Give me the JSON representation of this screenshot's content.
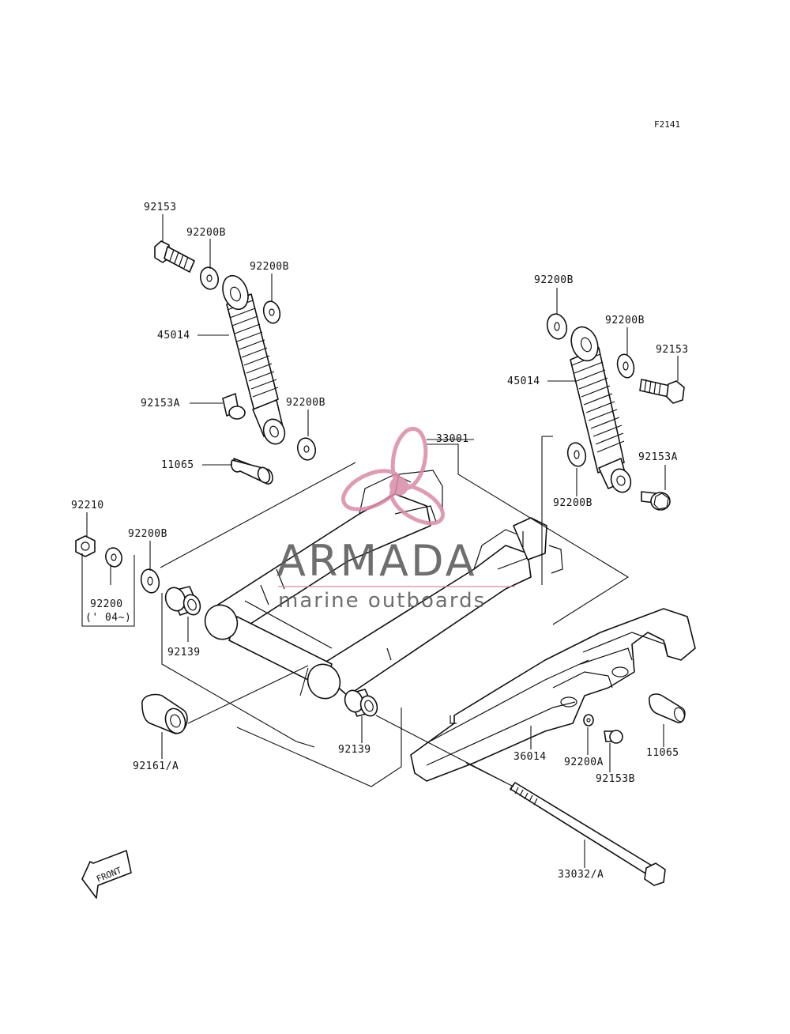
{
  "diagram": {
    "code": "F2141",
    "front_arrow_text": "FRONT",
    "labels": {
      "l_92153_left": "92153",
      "l_92200b_1": "92200B",
      "l_92200b_2": "92200B",
      "l_45014_left": "45014",
      "l_92153a_left": "92153A",
      "l_92200b_3": "92200B",
      "l_11065_left": "11065",
      "l_92210": "92210",
      "l_92200b_4": "92200B",
      "l_92200": "92200",
      "l_92200_note": "(' 04~)",
      "l_92139_left": "92139",
      "l_92161": "92161/A",
      "l_92139_mid": "92139",
      "l_33001": "33001",
      "l_92200b_r1": "92200B",
      "l_92200b_r2": "92200B",
      "l_92153_right": "92153",
      "l_45014_right": "45014",
      "l_92153a_right": "92153A",
      "l_92200b_r3": "92200B",
      "l_36014": "36014",
      "l_92200a": "92200A",
      "l_92153b": "92153B",
      "l_11065_right": "11065",
      "l_33032": "33032/A"
    }
  },
  "watermark": {
    "brand": "ARMADA",
    "tagline": "marine outboards",
    "logo_icon": "propeller-icon",
    "logo_color": "#d98aa8"
  }
}
